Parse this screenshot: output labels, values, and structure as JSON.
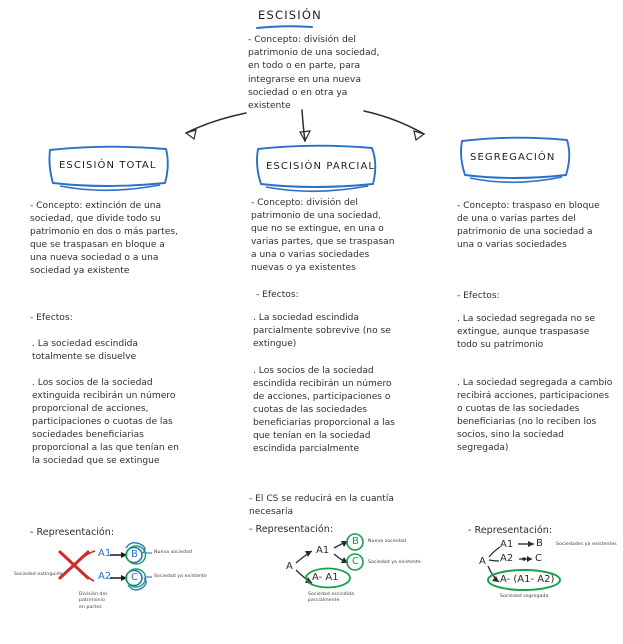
{
  "document": {
    "title": "ESCISIÓN",
    "accent_blue": "#2a6fc9",
    "accent_green": "#17a04c",
    "accent_red": "#d02b27",
    "ink": "#2f2f2f"
  },
  "root": {
    "title": "ESCISIÓN",
    "concept": "- Concepto: división del patrimonio de una sociedad, en todo o en parte, para integrarse en una nueva sociedad o en otra ya existente"
  },
  "branches": [
    {
      "id": "escision-total",
      "title": "ESCISIÓN TOTAL",
      "concept": "- Concepto: extinción de una sociedad, que divide todo su patrimonio en dos o más partes, que se traspasan en bloque a una nueva sociedad o a una sociedad ya existente",
      "efectos_label": "- Efectos:",
      "efectos": [
        ". La sociedad escindida totalmente se disuelve",
        ". Los socios de la sociedad extinguida recibirán un número proporcional de acciones, participaciones o cuotas de las sociedades beneficiarias proporcional a las que tenían en la sociedad que se extingue"
      ],
      "representacion_label": "- Representación:",
      "representacion": {
        "nodes": [
          {
            "name": "node-a1",
            "text": "A1",
            "color": "#2a6fc9"
          },
          {
            "name": "node-a2",
            "text": "A2",
            "color": "#2a6fc9"
          },
          {
            "name": "node-b",
            "text": "B",
            "color": "#2a6fc9"
          },
          {
            "name": "node-c",
            "text": "C",
            "color": "#2a6fc9"
          }
        ],
        "labels": [
          {
            "name": "label-sociedad-extinguida",
            "text": "Sociedad extinguida"
          },
          {
            "name": "label-nueva-sociedad",
            "text": "Nueva sociedad"
          },
          {
            "name": "label-sociedad-ya-existente",
            "text": "Sociedad ya existente"
          },
          {
            "name": "label-division-patrimonio",
            "text": "División del\npatrimonio\nen partes"
          }
        ]
      }
    },
    {
      "id": "escision-parcial",
      "title": "ESCISIÓN PARCIAL",
      "concept": "- Concepto: división del patrimonio de una sociedad, que no se extingue, en una o varias partes, que se traspasan a una o varias sociedades nuevas o ya existentes",
      "efectos_label": "- Efectos:",
      "efectos": [
        ". La sociedad escindida parcialmente sobrevive (no se extingue)",
        ". Los socios de la sociedad escindida recibirán un número de acciones, participaciones o cuotas de las sociedades beneficiarias proporcional a las que tenían en la sociedad escindida parcialmente",
        "- El CS se reducirá en la cuantía necesaria"
      ],
      "representacion_label": "- Representación:",
      "representacion": {
        "nodes": [
          {
            "name": "node-a",
            "text": "A",
            "color": "#2b2b2b"
          },
          {
            "name": "node-a1",
            "text": "A1",
            "color": "#2b2b2b"
          },
          {
            "name": "node-b",
            "text": "B",
            "color": "#17a04c"
          },
          {
            "name": "node-c",
            "text": "C",
            "color": "#17a04c"
          },
          {
            "name": "node-a-minus-a1",
            "text": "A- A1",
            "color": "#2b2b2b"
          }
        ],
        "labels": [
          {
            "name": "label-nueva-sociedad",
            "text": "Nueva sociedad"
          },
          {
            "name": "label-sociedad-ya-existente",
            "text": "Sociedad ya existente"
          },
          {
            "name": "label-sociedad-escindida-parcialmente",
            "text": "Sociedad escindida\nparcialmente"
          }
        ]
      }
    },
    {
      "id": "segregacion",
      "title": "SEGREGACIÓN",
      "concept": "- Concepto: traspaso en bloque de una o varias partes del patrimonio de una sociedad a una o varias sociedades",
      "efectos_label": "- Efectos:",
      "efectos": [
        ". La sociedad segregada no se extingue, aunque traspasase todo su patrimonio",
        ". La sociedad segregada a cambio recibirá acciones, participaciones o cuotas de las sociedades beneficiarias (no lo reciben los socios, sino la sociedad segregada)"
      ],
      "representacion_label": "- Representación:",
      "representacion": {
        "nodes": [
          {
            "name": "node-a",
            "text": "A",
            "color": "#2b2b2b"
          },
          {
            "name": "node-a1",
            "text": "A1",
            "color": "#2b2b2b"
          },
          {
            "name": "node-a2",
            "text": "A2",
            "color": "#2b2b2b"
          },
          {
            "name": "node-b",
            "text": "B",
            "color": "#2b2b2b"
          },
          {
            "name": "node-c",
            "text": "C",
            "color": "#2b2b2b"
          },
          {
            "name": "node-a-minus-a1-a2",
            "text": "A- (A1- A2)",
            "color": "#2b2b2b"
          }
        ],
        "labels": [
          {
            "name": "label-sociedades-ya-existentes",
            "text": "Sociedades ya existentes"
          },
          {
            "name": "label-sociedad-segregada",
            "text": "Sociedad segregada"
          }
        ]
      }
    }
  ]
}
